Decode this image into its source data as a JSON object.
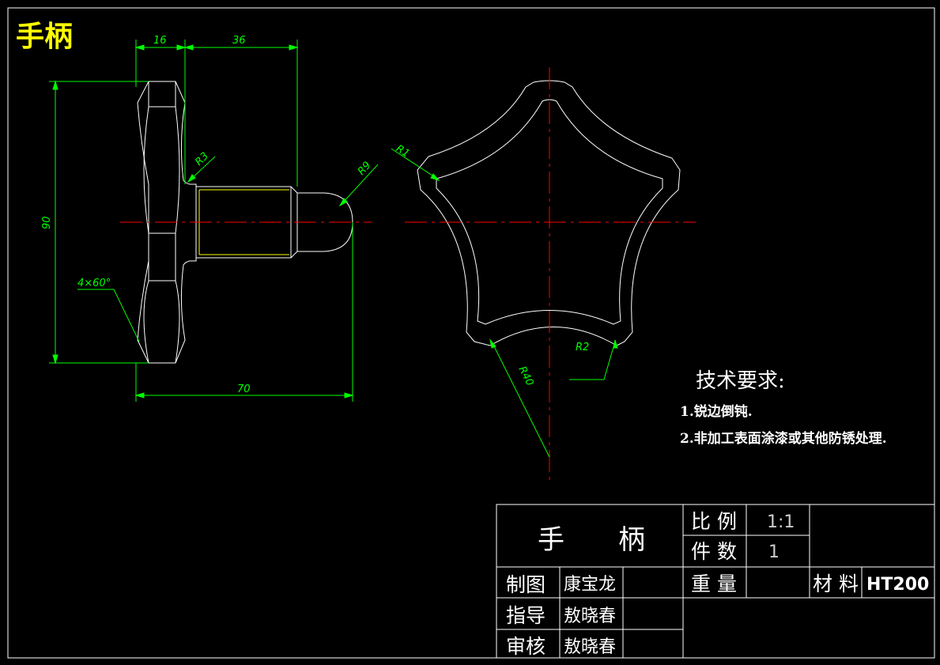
{
  "colors": {
    "background": "#000000",
    "outline": "#ffffff",
    "dimension": "#00ff00",
    "centerline": "#ff0000",
    "title": "#ffff00",
    "thread": "#ffff00"
  },
  "sheet": {
    "title": "手柄"
  },
  "dimensions": {
    "d16": "16",
    "d36": "36",
    "d90": "90",
    "d70": "70",
    "r3": "R3",
    "r9": "R9",
    "r1": "R1",
    "r2": "R2",
    "r40": "R40",
    "chamfer": "4×60°"
  },
  "requirements": {
    "heading": "技术要求:",
    "items": [
      "1.锐边倒钝.",
      "2.非加工表面涂漆或其他防锈处理."
    ]
  },
  "title_block": {
    "part_name": "手　　柄",
    "scale_label": "比 例",
    "scale_value": "1:1",
    "count_label": "件 数",
    "count_value": "1",
    "weight_label": "重 量",
    "material_label": "材 料",
    "material_value": "HT200",
    "drawn_label": "制图",
    "drawn_name": "康宝龙",
    "guide_label": "指导",
    "guide_name": "敖晓春",
    "check_label": "审核",
    "check_name": "敖晓春"
  }
}
